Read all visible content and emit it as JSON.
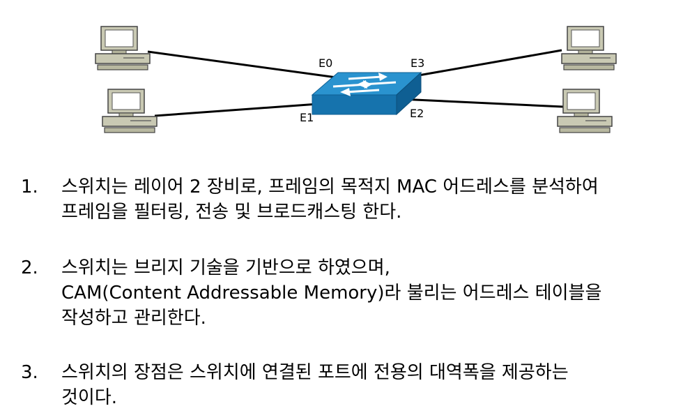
{
  "diagram": {
    "ports": {
      "e0": "E0",
      "e1": "E1",
      "e2": "E2",
      "e3": "E3"
    },
    "colors": {
      "switch_top": "#2a93cf",
      "switch_side": "#1673ad",
      "computer": "#c9c9b3"
    }
  },
  "items": [
    {
      "num": "1.",
      "lines": [
        "스위치는 레이어 2 장비로, 프레임의 목적지 MAC 어드레스를 분석하여",
        "프레임을 필터링, 전송 및 브로드캐스팅 한다."
      ]
    },
    {
      "num": "2.",
      "lines": [
        "스위치는 브리지 기술을 기반으로 하였으며,",
        "CAM(Content Addressable Memory)라 불리는 어드레스 테이블을",
        "작성하고 관리한다."
      ]
    },
    {
      "num": "3.",
      "lines": [
        "스위치의 장점은 스위치에 연결된 포트에 전용의 대역폭을 제공하는",
        "것이다."
      ]
    }
  ]
}
